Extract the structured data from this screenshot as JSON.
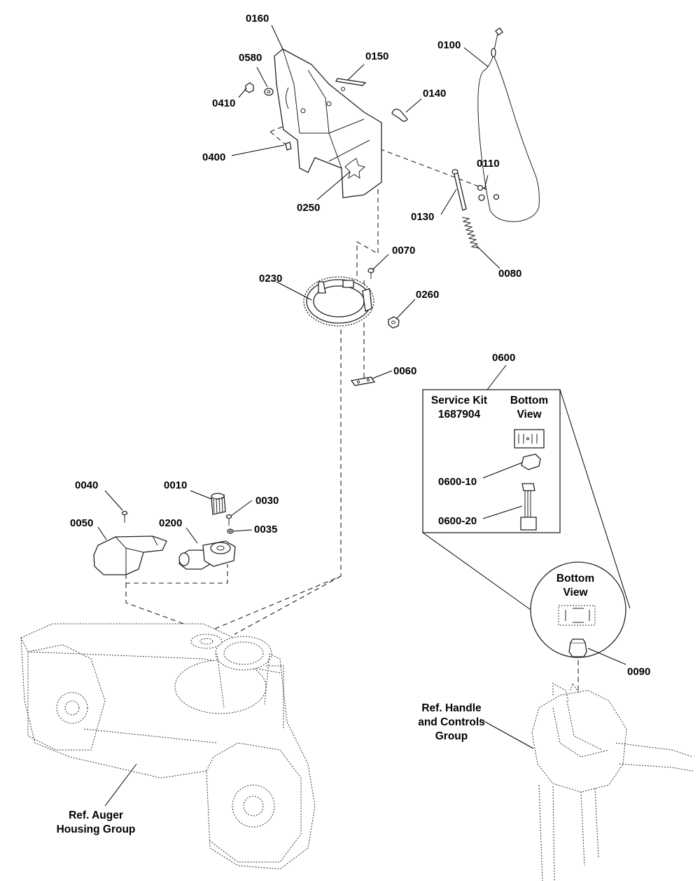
{
  "callouts": {
    "c0160": "0160",
    "c0580": "0580",
    "c0410": "0410",
    "c0150": "0150",
    "c0140": "0140",
    "c0100": "0100",
    "c0400": "0400",
    "c0110": "0110",
    "c0250": "0250",
    "c0130": "0130",
    "c0070": "0070",
    "c0080": "0080",
    "c0230": "0230",
    "c0260": "0260",
    "c0060": "0060",
    "c0600": "0600",
    "c0040": "0040",
    "c0010": "0010",
    "c0030": "0030",
    "c0050": "0050",
    "c0200": "0200",
    "c0035": "0035",
    "c0090": "0090"
  },
  "kit_box": {
    "service_kit_line1": "Service Kit",
    "service_kit_line2": "1687904",
    "bottom_view_line1": "Bottom",
    "bottom_view_line2": "View",
    "switch_label": "0600-10",
    "harness_label": "0600-20"
  },
  "detail_circle": {
    "bottom_view_line1": "Bottom",
    "bottom_view_line2": "View"
  },
  "references": {
    "handle_line1": "Ref. Handle",
    "handle_line2": "and Controls",
    "handle_line3": "Group",
    "auger_line1": "Ref. Auger",
    "auger_line2": "Housing Group"
  }
}
